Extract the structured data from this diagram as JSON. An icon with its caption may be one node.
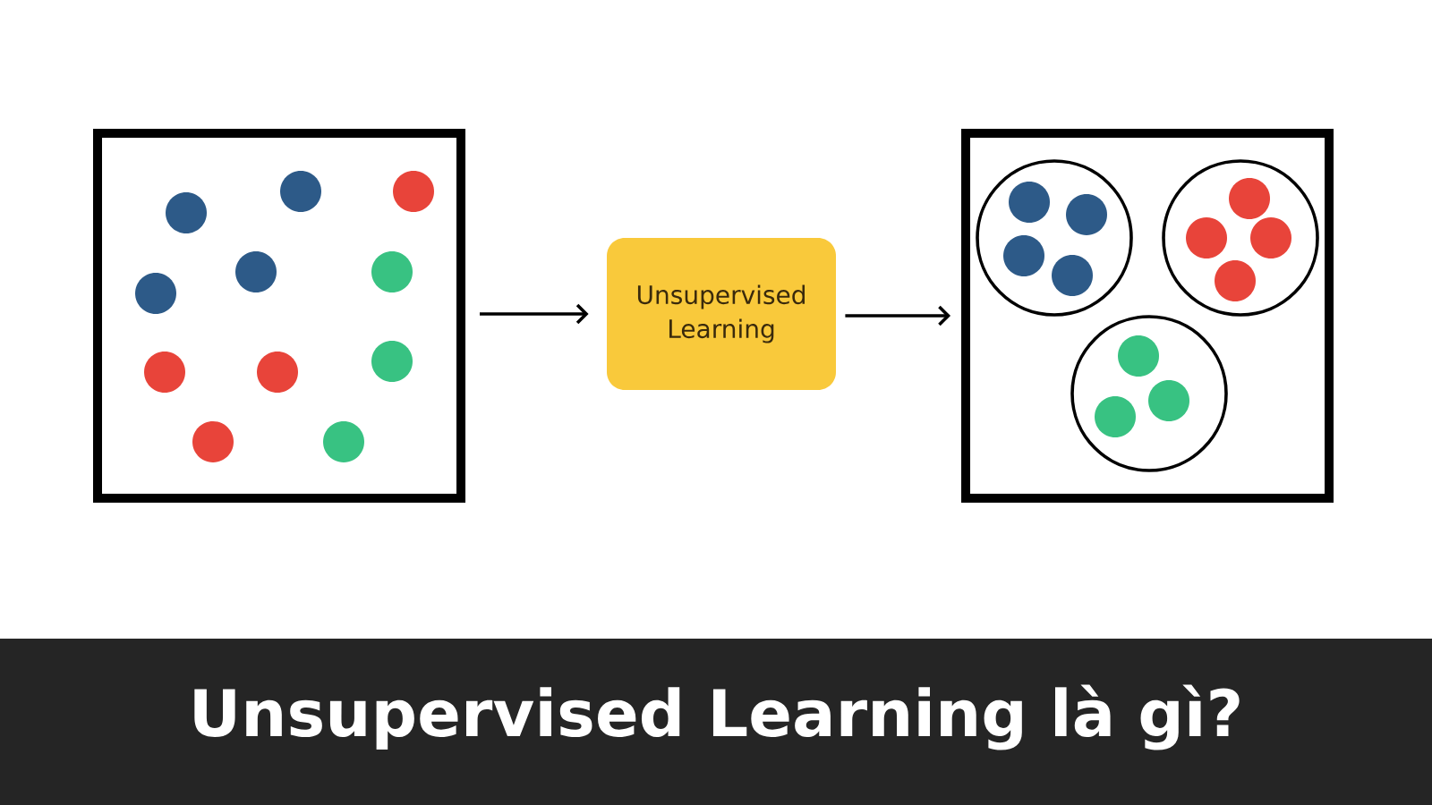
{
  "diagram": {
    "title": "Unsupervised Learning là gì?",
    "nodes": [
      {
        "text": [],
        "shape": "box"
      },
      {
        "text": [
          "Unsupervised Learning"
        ]
      },
      {
        "text": [],
        "shape": "box"
      }
    ],
    "edges": [
      {
        "from": 0,
        "to": 1,
        "arrow": "to"
      },
      {
        "from": 1,
        "to": 2,
        "arrow": "to"
      }
    ]
  }
}
